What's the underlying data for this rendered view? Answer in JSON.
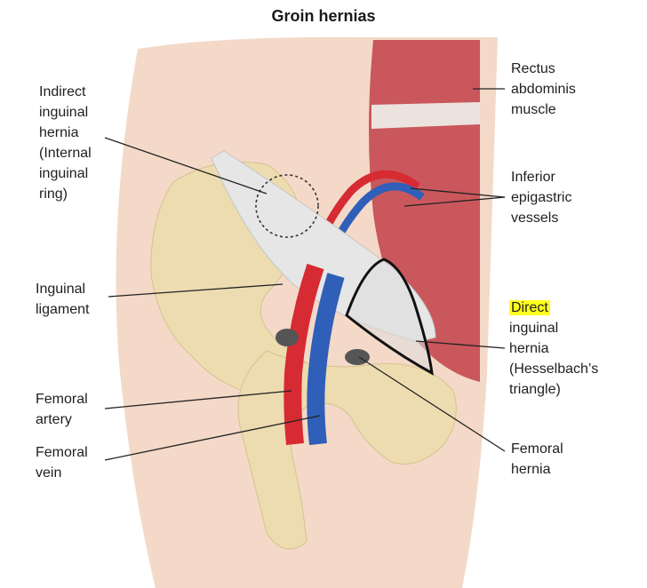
{
  "title": "Groin hernias",
  "colors": {
    "skin": "#f4d9c8",
    "bone": "#ecdcb0",
    "muscle": "#c9575c",
    "artery": "#d62b33",
    "vein": "#2f5fb8",
    "ligament": "#e6e6e6",
    "highlight": "#ffff1e"
  },
  "labels": {
    "indirect": "Indirect\ninguinal\nhernia\n(Internal\ninguinal\nring)",
    "rectus": "Rectus\nabdominis\nmuscle",
    "inferior": "Inferior\nepigastric\nvessels",
    "ligament": "Inguinal\nligament",
    "direct_first": "Direct",
    "direct_rest": "inguinal\nhernia\n(Hesselbach’s\ntriangle)",
    "femoral_artery": "Femoral\nartery",
    "femoral_vein": "Femoral\nvein",
    "femoral_hernia": "Femoral\nhernia"
  }
}
